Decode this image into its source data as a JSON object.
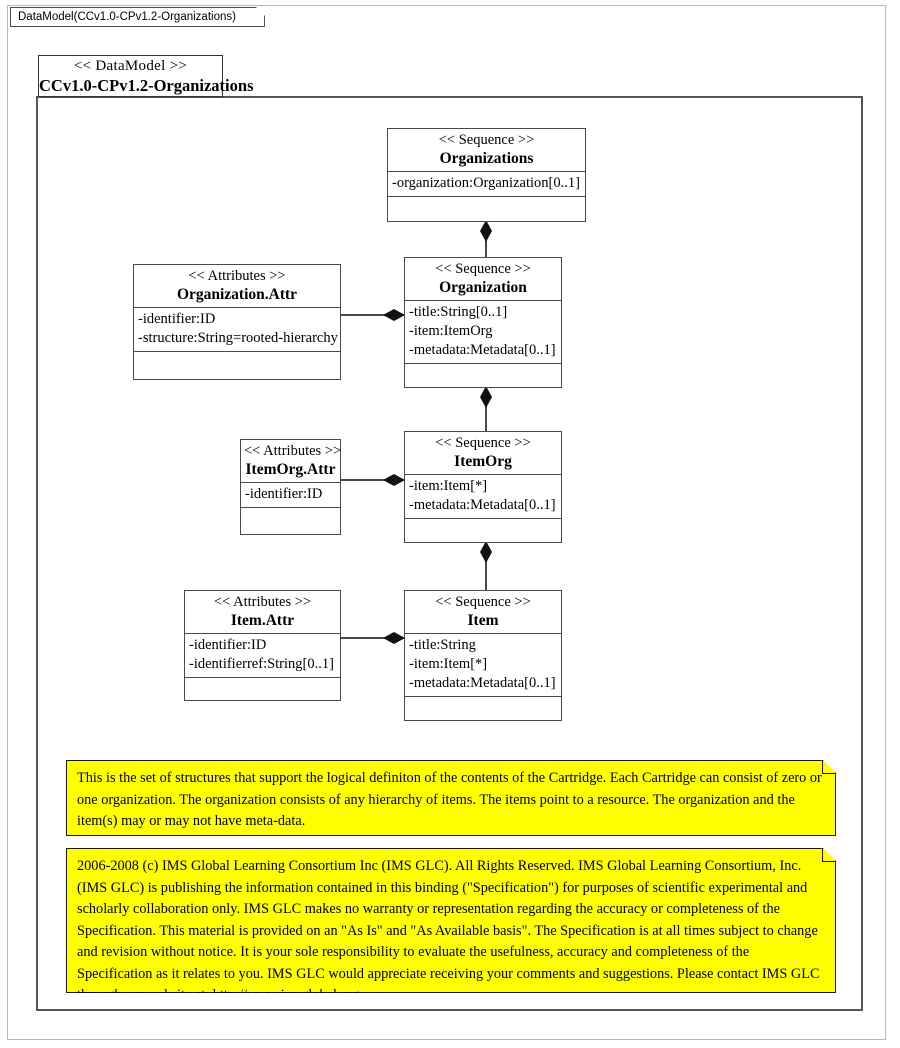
{
  "window": {
    "tab_label": "DataModel(CCv1.0-CPv1.2-Organizations)"
  },
  "datamodel": {
    "stereotype": "<< DataModel >>",
    "name": "CCv1.0-CPv1.2-Organizations"
  },
  "classes": {
    "organizations": {
      "stereotype": "<< Sequence >>",
      "name": "Organizations",
      "attributes": [
        "-organization:Organization[0..1]"
      ]
    },
    "organization": {
      "stereotype": "<< Sequence >>",
      "name": "Organization",
      "attributes": [
        "-title:String[0..1]",
        "-item:ItemOrg",
        "-metadata:Metadata[0..1]"
      ]
    },
    "organization_attr": {
      "stereotype": "<< Attributes >>",
      "name": "Organization.Attr",
      "attributes": [
        "-identifier:ID",
        "-structure:String=rooted-hierarchy"
      ]
    },
    "itemorg": {
      "stereotype": "<< Sequence >>",
      "name": "ItemOrg",
      "attributes": [
        "-item:Item[*]",
        "-metadata:Metadata[0..1]"
      ]
    },
    "itemorg_attr": {
      "stereotype": "<< Attributes >>",
      "name": "ItemOrg.Attr",
      "attributes": [
        "-identifier:ID"
      ]
    },
    "item": {
      "stereotype": "<< Sequence >>",
      "name": "Item",
      "attributes": [
        "-title:String",
        "-item:Item[*]",
        "-metadata:Metadata[0..1]"
      ]
    },
    "item_attr": {
      "stereotype": "<< Attributes >>",
      "name": "Item.Attr",
      "attributes": [
        "-identifier:ID",
        "-identifierref:String[0..1]"
      ]
    }
  },
  "notes": {
    "description": "This is the set of structures that support the logical definiton of the contents of the Cartridge.  Each Cartridge can consist of zero or one organization.  The organization consists of any hierarchy of items.  The items point to a resource.  The organization and the item(s) may or may not have meta-data.",
    "copyright": "2006-2008 (c) IMS Global Learning Consortium Inc (IMS GLC).  All Rights Reserved.  IMS Global Learning Consortium, Inc. (IMS GLC) is publishing the information contained in this binding (\"Specification\") for purposes of scientific experimental and scholarly collaboration only.  IMS GLC makes no warranty or representation regarding the accuracy or completeness of the Specification.  This material is provided on an \"As Is\" and \"As Available basis\".  The Specification is at all times subject to change and revision without notice. It is your sole responsibility to evaluate the usefulness, accuracy and completeness of the Specification as it relates to you.  IMS GLC would appreciate receiving your comments and suggestions.  Please contact IMS GLC through our website at: http://www.imsglobal.org."
  },
  "colors": {
    "note_fill": "#ffff00",
    "line": "#4a4a4a",
    "background": "#ffffff"
  }
}
